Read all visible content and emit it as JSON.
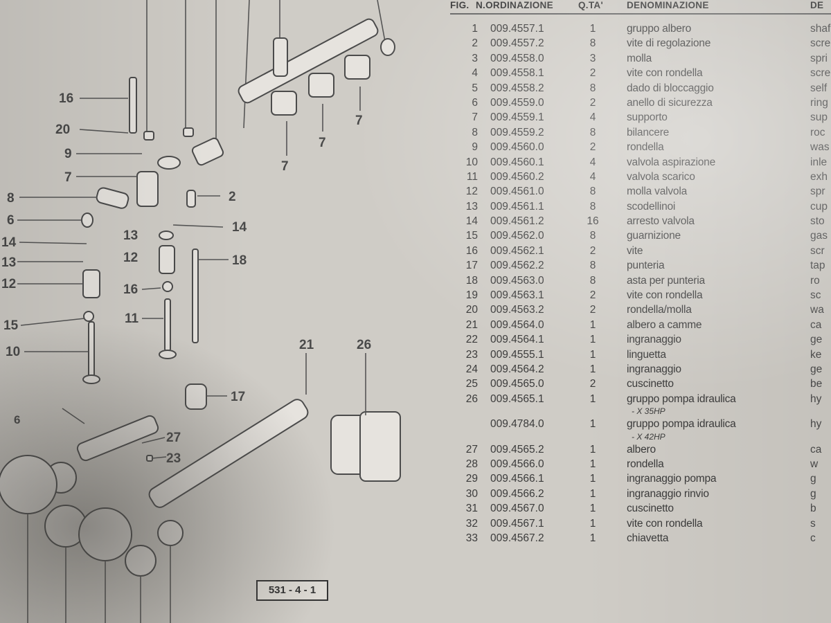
{
  "table": {
    "headers": {
      "fig": "FIG.",
      "ordinazione": "N.ORDINAZIONE",
      "qta": "Q.TA'",
      "denominazione": "DENOMINAZIONE",
      "second_header": "DE"
    },
    "rows": [
      {
        "fig": "1",
        "code": "009.4557.1",
        "qty": "1",
        "name": "gruppo albero",
        "desc": "shaf"
      },
      {
        "fig": "2",
        "code": "009.4557.2",
        "qty": "8",
        "name": "vite di regolazione",
        "desc": "scre"
      },
      {
        "fig": "3",
        "code": "009.4558.0",
        "qty": "3",
        "name": "molla",
        "desc": "spri"
      },
      {
        "fig": "4",
        "code": "009.4558.1",
        "qty": "2",
        "name": "vite con rondella",
        "desc": "scre"
      },
      {
        "fig": "5",
        "code": "009.4558.2",
        "qty": "8",
        "name": "dado di bloccaggio",
        "desc": "self"
      },
      {
        "fig": "6",
        "code": "009.4559.0",
        "qty": "2",
        "name": "anello di sicurezza",
        "desc": "ring"
      },
      {
        "fig": "7",
        "code": "009.4559.1",
        "qty": "4",
        "name": "supporto",
        "desc": "sup"
      },
      {
        "fig": "8",
        "code": "009.4559.2",
        "qty": "8",
        "name": "bilancere",
        "desc": "roc"
      },
      {
        "fig": "9",
        "code": "009.4560.0",
        "qty": "2",
        "name": "rondella",
        "desc": "was"
      },
      {
        "fig": "10",
        "code": "009.4560.1",
        "qty": "4",
        "name": "valvola aspirazione",
        "desc": "inle"
      },
      {
        "fig": "11",
        "code": "009.4560.2",
        "qty": "4",
        "name": "valvola scarico",
        "desc": "exh"
      },
      {
        "fig": "12",
        "code": "009.4561.0",
        "qty": "8",
        "name": "molla valvola",
        "desc": "spr"
      },
      {
        "fig": "13",
        "code": "009.4561.1",
        "qty": "8",
        "name": "scodellinoi",
        "desc": "cup"
      },
      {
        "fig": "14",
        "code": "009.4561.2",
        "qty": "16",
        "name": "arresto valvola",
        "desc": "sto"
      },
      {
        "fig": "15",
        "code": "009.4562.0",
        "qty": "8",
        "name": "guarnizione",
        "desc": "gas"
      },
      {
        "fig": "16",
        "code": "009.4562.1",
        "qty": "2",
        "name": "vite",
        "desc": "scr"
      },
      {
        "fig": "17",
        "code": "009.4562.2",
        "qty": "8",
        "name": "punteria",
        "desc": "tap"
      },
      {
        "fig": "18",
        "code": "009.4563.0",
        "qty": "8",
        "name": "asta per punteria",
        "desc": "ro"
      },
      {
        "fig": "19",
        "code": "009.4563.1",
        "qty": "2",
        "name": "vite con rondella",
        "desc": "sc"
      },
      {
        "fig": "20",
        "code": "009.4563.2",
        "qty": "2",
        "name": "rondella/molla",
        "desc": "wa"
      },
      {
        "fig": "21",
        "code": "009.4564.0",
        "qty": "1",
        "name": "albero a camme",
        "desc": "ca"
      },
      {
        "fig": "22",
        "code": "009.4564.1",
        "qty": "1",
        "name": "ingranaggio",
        "desc": "ge"
      },
      {
        "fig": "23",
        "code": "009.4555.1",
        "qty": "1",
        "name": "linguetta",
        "desc": "ke"
      },
      {
        "fig": "24",
        "code": "009.4564.2",
        "qty": "1",
        "name": "ingranaggio",
        "desc": "ge"
      },
      {
        "fig": "25",
        "code": "009.4565.0",
        "qty": "2",
        "name": "cuscinetto",
        "desc": "be"
      },
      {
        "fig": "26",
        "code": "009.4565.1",
        "qty": "1",
        "name": "gruppo pompa idraulica",
        "desc": "hy"
      },
      {
        "note": "- X 35HP"
      },
      {
        "fig": "",
        "code": "009.4784.0",
        "qty": "1",
        "name": "gruppo pompa idraulica",
        "desc": "hy"
      },
      {
        "note": "- X 42HP"
      },
      {
        "fig": "27",
        "code": "009.4565.2",
        "qty": "1",
        "name": "albero",
        "desc": "ca"
      },
      {
        "fig": "28",
        "code": "009.4566.0",
        "qty": "1",
        "name": "rondella",
        "desc": "w"
      },
      {
        "fig": "29",
        "code": "009.4566.1",
        "qty": "1",
        "name": "ingranaggio pompa",
        "desc": "g"
      },
      {
        "fig": "30",
        "code": "009.4566.2",
        "qty": "1",
        "name": "ingranaggio rinvio",
        "desc": "g"
      },
      {
        "fig": "31",
        "code": "009.4567.0",
        "qty": "1",
        "name": "cuscinetto",
        "desc": "b"
      },
      {
        "fig": "32",
        "code": "009.4567.1",
        "qty": "1",
        "name": "vite con rondella",
        "desc": "s"
      },
      {
        "fig": "33",
        "code": "009.4567.2",
        "qty": "1",
        "name": "chiavetta",
        "desc": "c"
      }
    ]
  },
  "diagram": {
    "callouts": [
      "16",
      "20",
      "9",
      "7",
      "8",
      "6",
      "14",
      "13",
      "12",
      "15",
      "10",
      "7",
      "7",
      "7",
      "2",
      "14",
      "13",
      "12",
      "18",
      "16",
      "11",
      "21",
      "26",
      "17",
      "27",
      "23",
      "6"
    ]
  },
  "footer": {
    "page_ref": "531 - 4 - 1"
  }
}
